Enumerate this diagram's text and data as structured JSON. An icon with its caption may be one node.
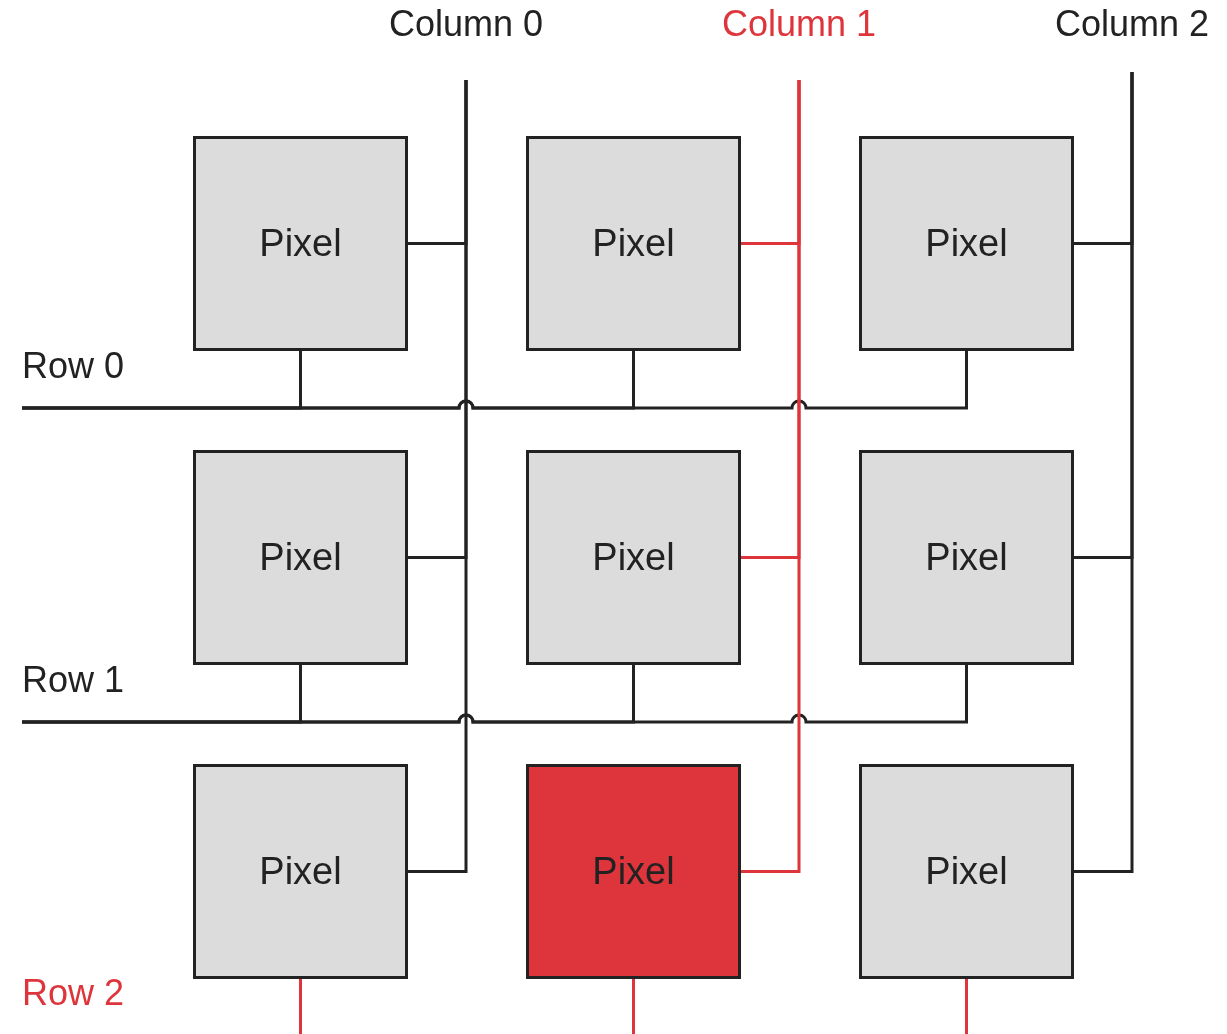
{
  "diagram": {
    "nodes": [
      {
        "text": [
          "Column 0"
        ]
      },
      {
        "text": [
          "Column 1"
        ]
      },
      {
        "text": [
          "Column 2"
        ]
      },
      {
        "text": [
          "Pixel"
        ]
      },
      {
        "text": [
          "Pixel"
        ]
      },
      {
        "text": [
          "Pixel"
        ]
      },
      {
        "text": [
          "Row 0"
        ]
      },
      {
        "text": [
          "Pixel"
        ]
      },
      {
        "text": [
          "Pixel"
        ]
      },
      {
        "text": [
          "Pixel"
        ]
      },
      {
        "text": [
          "Row 1"
        ]
      },
      {
        "text": [
          "Pixel"
        ]
      },
      {
        "text": [
          "Pixel"
        ]
      },
      {
        "text": [
          "Pixel"
        ]
      }
    ],
    "edges": [
      {
        "from": 3,
        "to": 0,
        "arrow": "none"
      },
      {
        "from": 3,
        "to": 6,
        "arrow": "none"
      },
      {
        "from": 4,
        "to": 1,
        "arrow": "none",
        "color": "#dd353b"
      },
      {
        "from": 4,
        "to": 6,
        "arrow": "none"
      },
      {
        "from": 5,
        "to": 2,
        "arrow": "none"
      },
      {
        "from": 5,
        "to": 6,
        "arrow": "none"
      },
      {
        "from": 7,
        "to": 0,
        "arrow": "none"
      },
      {
        "from": 7,
        "to": 10,
        "arrow": "none"
      },
      {
        "from": 8,
        "to": 1,
        "arrow": "none",
        "color": "#dd353b"
      },
      {
        "from": 8,
        "to": 10,
        "arrow": "none"
      },
      {
        "from": 9,
        "to": 2,
        "arrow": "none"
      },
      {
        "from": 9,
        "to": 10,
        "arrow": "none"
      },
      {
        "from": 11,
        "to": 0,
        "arrow": "none"
      },
      {
        "from": 11,
        "to": null,
        "arrow": "none",
        "color": "#dd353b"
      },
      {
        "from": 12,
        "to": 1,
        "arrow": "none",
        "color": "#dd353b"
      },
      {
        "from": 12,
        "to": null,
        "arrow": "none",
        "color": "#dd353b"
      },
      {
        "from": 13,
        "to": 2,
        "arrow": "none"
      },
      {
        "from": 13,
        "to": null,
        "arrow": "none",
        "color": "#dd353b"
      }
    ],
    "labels": [
      "Row 2"
    ]
  }
}
